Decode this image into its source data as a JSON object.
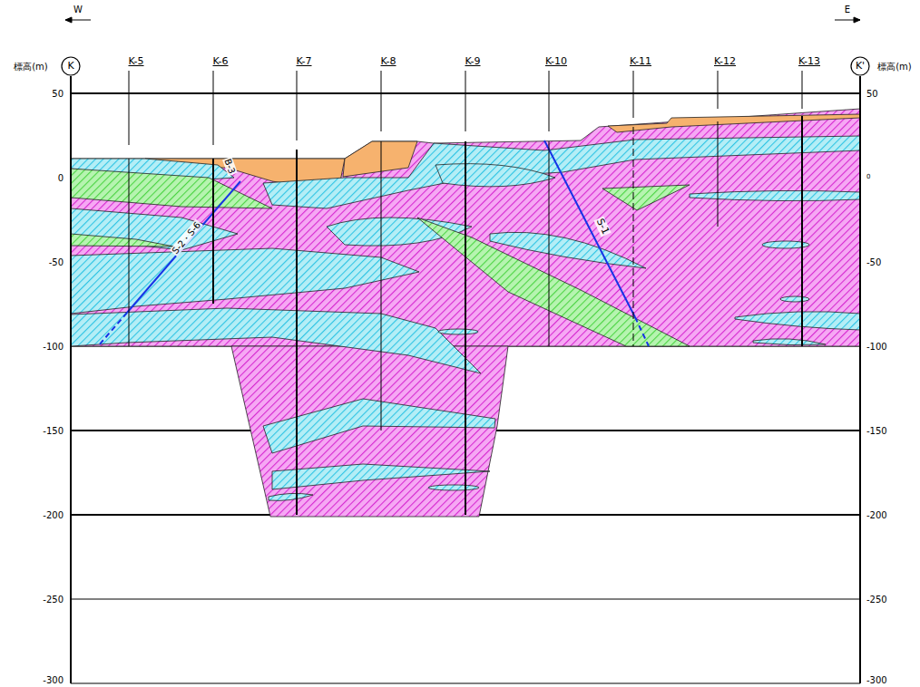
{
  "diagram": {
    "labels": [
      "W",
      "E",
      "K",
      "K'",
      "標高(m)",
      "標高(m)",
      "50",
      "0",
      "-50",
      "-100",
      "-150",
      "-200",
      "-250",
      "-300",
      "50",
      "0",
      "-50",
      "-100",
      "-150",
      "-200",
      "-250",
      "-300",
      "K-5",
      "K-6",
      "K-7",
      "K-8",
      "K-9",
      "K-10",
      "K-11",
      "K-12",
      "K-13",
      "B-3",
      "S-2・S-6",
      "S-1"
    ]
  }
}
